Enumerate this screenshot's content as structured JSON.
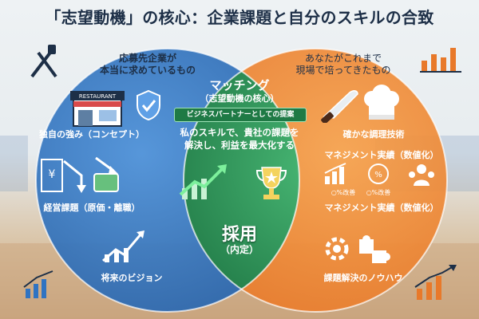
{
  "title": "「志望動機」の核心：企業課題と自分のスキルの合致",
  "left": {
    "heading": "応募先企業が\n本当に求めているもの",
    "items": [
      "独自の強み（コンセプト）",
      "経営課題（原価・離職）",
      "将来のビジョン"
    ],
    "restaurant_sign": "RESTAURANT"
  },
  "right": {
    "heading": "あなたがこれまで\n現場で培ってきたもの",
    "items": [
      "確かな調理技術",
      "マネジメント実績（数値化）",
      "マネジメント実績（数値化）",
      "課題解決のノウハウ"
    ],
    "percent_labels": [
      "○%改善",
      "○%改善"
    ]
  },
  "center": {
    "heading": "マッチング",
    "subheading": "（志望動機の核心）",
    "badge": "ビジネスパートナーとしての提案",
    "message": "私のスキルで、貴社の課題を\n解決し、利益を最大化する",
    "result": "採用",
    "result_sub": "（内定）"
  },
  "colors": {
    "left_circle": "#2f73c2",
    "right_circle": "#f08a2c",
    "overlap": "#2f9e5f",
    "title_text": "#1d2f47"
  },
  "icons": [
    "fork-knife-icon",
    "restaurant-icon",
    "shield-check-icon",
    "yen-down-icon",
    "money-down-icon",
    "growth-arrows-icon",
    "knife-icon",
    "chef-hat-icon",
    "chart-icon",
    "percent-target-icon",
    "team-icon",
    "gear-icon",
    "puzzle-icon",
    "trophy-icon",
    "rising-chart-icon"
  ]
}
